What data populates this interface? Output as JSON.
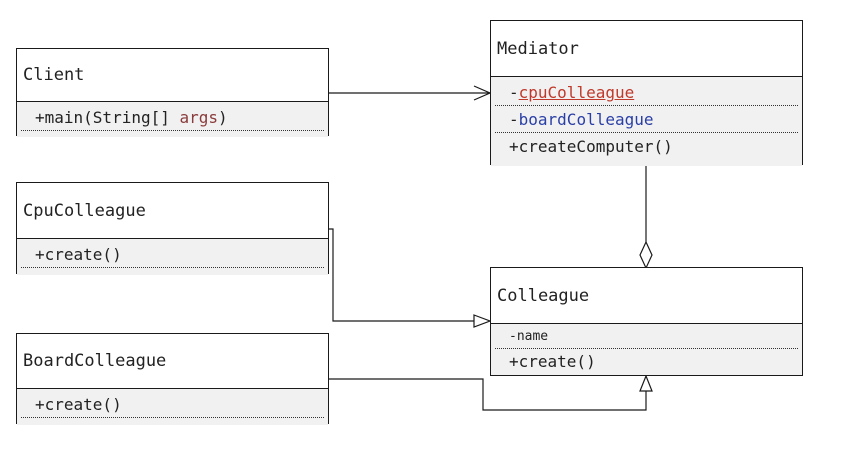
{
  "classes": {
    "client": {
      "name": "Client",
      "method_prefix": "+main(String[] ",
      "method_arg": "args",
      "method_suffix": ")"
    },
    "cpu": {
      "name": "CpuColleague",
      "method": "+create()"
    },
    "board": {
      "name": "BoardColleague",
      "method": "+create()"
    },
    "mediator": {
      "name": "Mediator",
      "field1_prefix": "-",
      "field1": "cpuColleague",
      "field2_prefix": "-",
      "field2": "boardColleague",
      "method": "+createComputer()"
    },
    "colleague": {
      "name": "Colleague",
      "field": "-name",
      "method": "+create()"
    }
  },
  "colors": {
    "line": "#1a1a1a",
    "member_bg": "#f1f1f1",
    "red_field": "#c0392b",
    "blue_field": "#2a3fa6"
  }
}
